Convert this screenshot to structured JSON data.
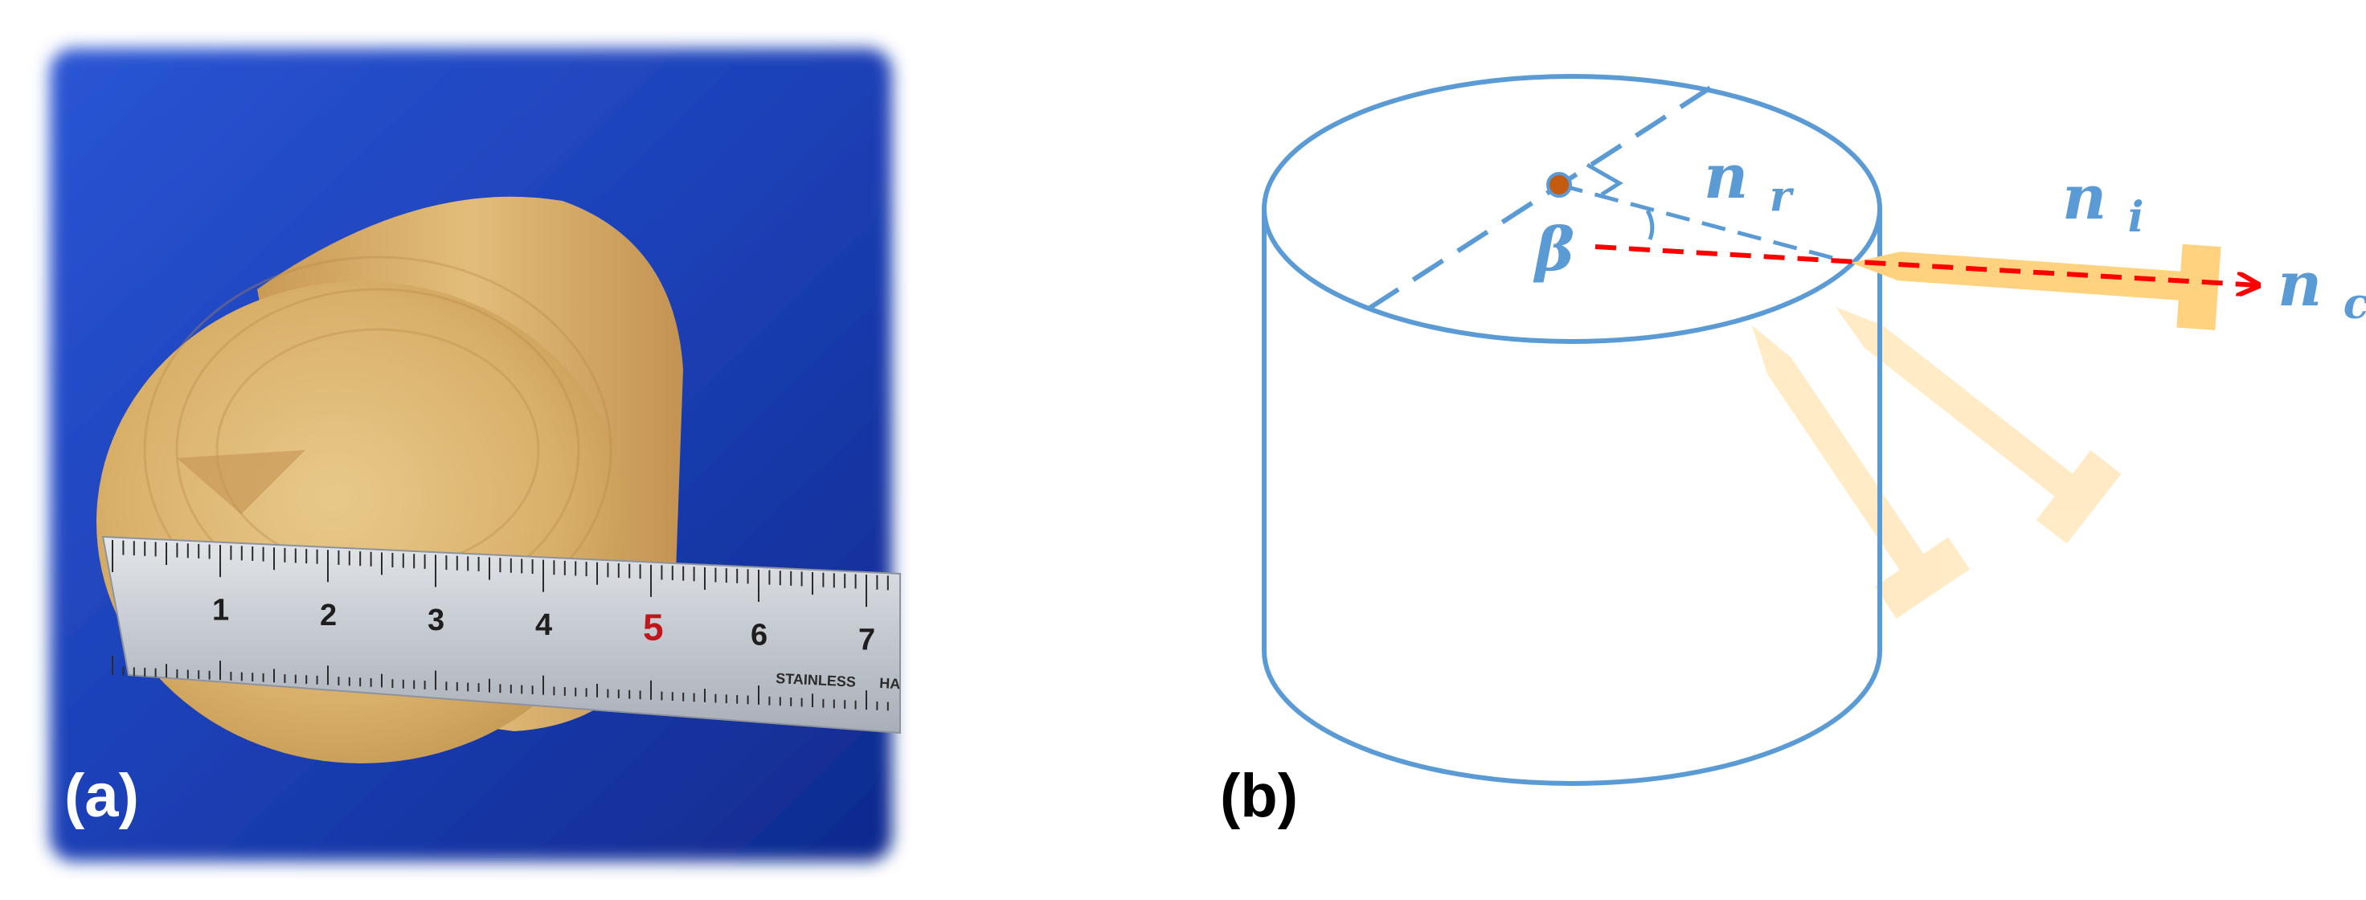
{
  "panel_a": {
    "label": "(a)",
    "ruler": {
      "numbers": [
        "1",
        "2",
        "3",
        "4",
        "5",
        "6",
        "7"
      ],
      "stamp": "STAINLESS",
      "stamp_cut": "HA"
    },
    "colors": {
      "background_blue": "#1b3fb8",
      "wood": "#d9b06a",
      "ruler_steel": "#c9ced6",
      "highlight_number": "#c0161d"
    }
  },
  "panel_b": {
    "label": "(b)",
    "symbols": {
      "n_r": {
        "base": "n",
        "sub": "r"
      },
      "n_i": {
        "base": "n",
        "sub": "i"
      },
      "n_c": {
        "base": "n",
        "sub": "c"
      },
      "beta": "β"
    },
    "colors": {
      "cylinder": "#5b9bd5",
      "arrow": "#ff0000",
      "probe": "#ffd27f",
      "center_dot": "#c55a11"
    }
  }
}
